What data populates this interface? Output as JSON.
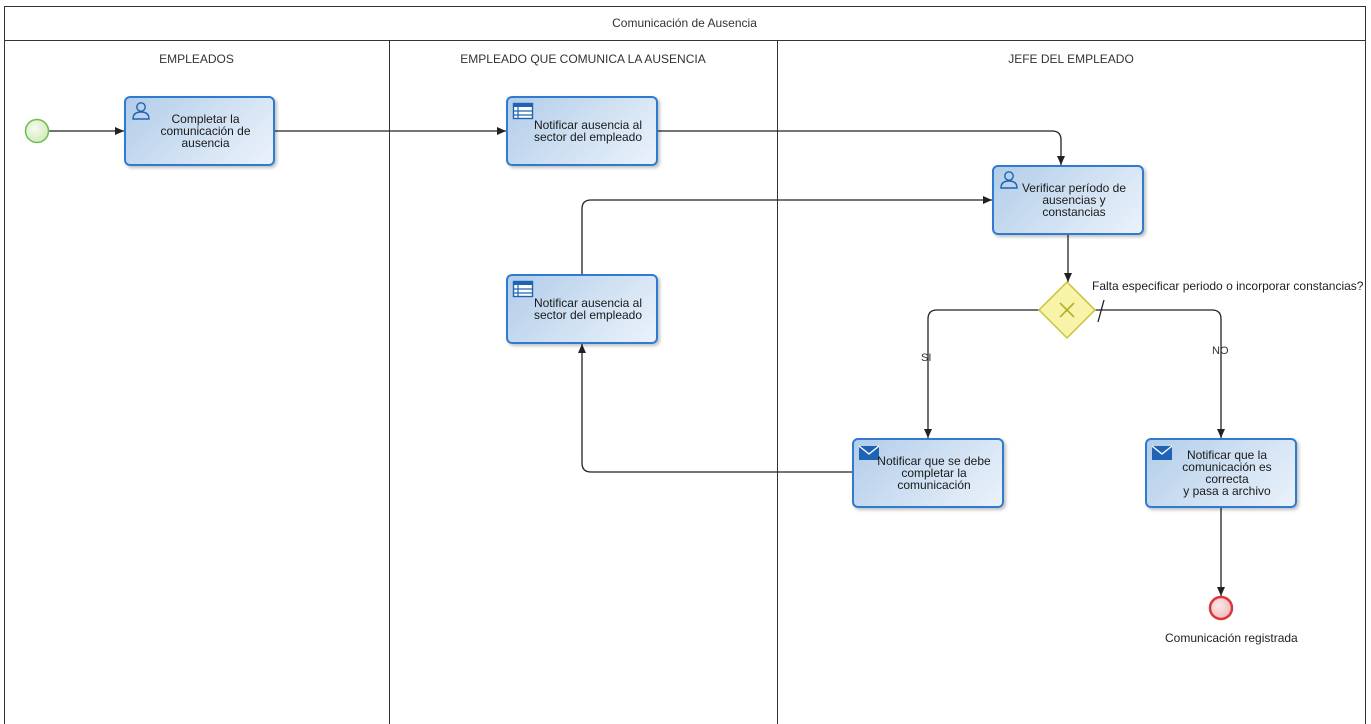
{
  "pool": {
    "title": "Comunicación de Ausencia"
  },
  "lanes": [
    {
      "title": "EMPLEADOS"
    },
    {
      "title": "EMPLEADO QUE COMUNICA LA AUSENCIA"
    },
    {
      "title": "JEFE DEL EMPLEADO"
    }
  ],
  "tasks": {
    "completar": {
      "label": "Completar la\ncomunicación de\nausencia",
      "icon": "user-icon"
    },
    "notificar_sector_1": {
      "label": "Notificar ausencia al\nsector del empleado",
      "icon": "table-icon"
    },
    "verificar": {
      "label": "Verificar período de\nausencias y constancias",
      "icon": "user-icon"
    },
    "notificar_sector_2": {
      "label": "Notificar ausencia al\nsector del empleado",
      "icon": "table-icon"
    },
    "notificar_completar": {
      "label": "Notificar que se debe\ncompletar la\ncomunicación",
      "icon": "envelope-icon"
    },
    "notificar_correcta": {
      "label": "Notificar que la\ncomunicación es correcta\ny pasa a archivo",
      "icon": "envelope-icon"
    }
  },
  "gateway": {
    "label": "Falta especificar periodo o incorporar constancias?"
  },
  "edges": {
    "si": "SI",
    "no": "NO"
  },
  "end_event": {
    "label": "Comunicación registrada"
  },
  "colors": {
    "task_border": "#2e7bcf",
    "start_event": "#6dbf4b",
    "end_event": "#d9363e",
    "gateway_fill": "#f7f3a8",
    "gateway_border": "#c9c23a"
  }
}
